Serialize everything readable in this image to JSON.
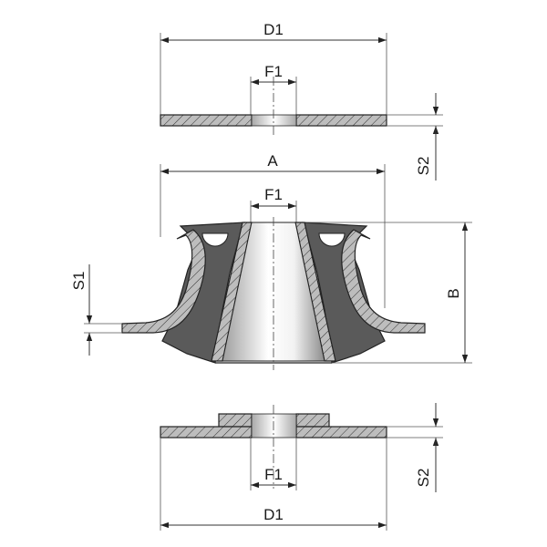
{
  "drawing": {
    "top_view": {
      "label_d1": "D1",
      "label_f1": "F1",
      "label_s2": "S2"
    },
    "main_view": {
      "label_a": "A",
      "label_f1": "F1",
      "label_b": "B",
      "label_s1": "S1"
    },
    "bottom_view": {
      "label_d1": "D1",
      "label_f1": "F1",
      "label_s2": "S2"
    }
  },
  "colors": {
    "line": "#222222",
    "hatch_fill": "#bdbdbd",
    "dark_fill": "#5a5a5a",
    "hatch_stroke": "#333333"
  }
}
